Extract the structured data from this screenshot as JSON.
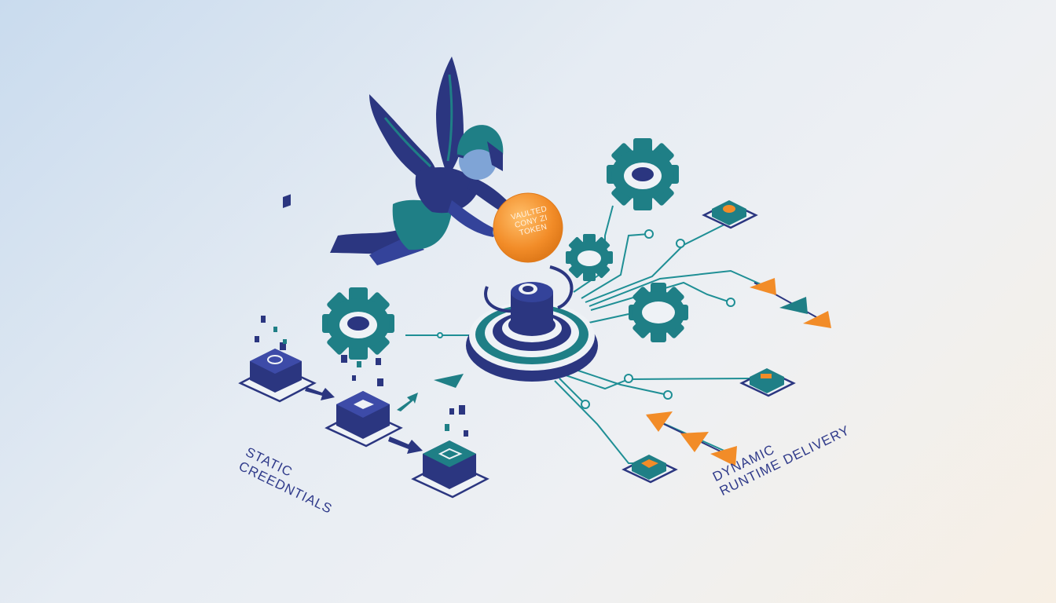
{
  "token": {
    "line1": "VAULTED",
    "line2": "CONY ZI TOKEN"
  },
  "labels": {
    "static": {
      "line1": "STATIC",
      "line2": "CREEDNTIALS"
    },
    "dynamic": {
      "line1": "DYNAMIC",
      "line2": "RUNTIME DELIVERY"
    }
  },
  "colors": {
    "navy": "#2b3680",
    "teal": "#1f7f86",
    "orange": "#f28c28",
    "light": "#e9edf3"
  }
}
